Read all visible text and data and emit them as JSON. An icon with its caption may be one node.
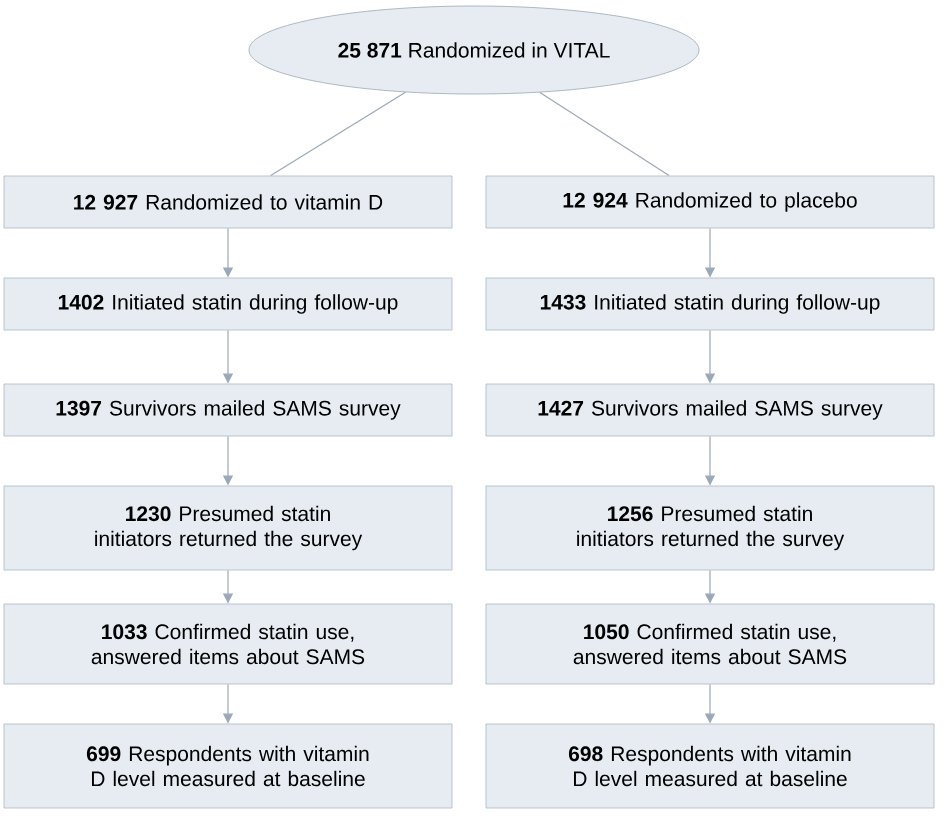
{
  "diagram": {
    "nodes": [
      {
        "text": [
          "**25 871** Randomized in VITAL"
        ]
      },
      {
        "text": [
          "**12 927** Randomized to vitamin D"
        ]
      },
      {
        "text": [
          "**12 924** Randomized to placebo"
        ]
      },
      {
        "text": [
          "**1402** Initiated statin during follow-up"
        ]
      },
      {
        "text": [
          "**1433** Initiated statin during follow-up"
        ]
      },
      {
        "text": [
          "**1397** Survivors mailed SAMS survey"
        ]
      },
      {
        "text": [
          "**1427** Survivors mailed SAMS survey"
        ]
      },
      {
        "text": [
          "**1230** Presumed statin initiators returned the survey"
        ]
      },
      {
        "text": [
          "**1256** Presumed statin initiators returned the survey"
        ]
      },
      {
        "text": [
          "**1033** Confirmed statin use, answered items about SAMS"
        ]
      },
      {
        "text": [
          "**1050** Confirmed statin use, answered items about SAMS"
        ]
      },
      {
        "text": [
          "**699** Respondents with vitamin D level measured at baseline"
        ]
      },
      {
        "text": [
          "**698** Respondents with vitamin D level measured at baseline"
        ]
      }
    ],
    "edges": [
      {
        "from": 0,
        "to": 1,
        "arrow": "none"
      },
      {
        "from": 0,
        "to": 2,
        "arrow": "none"
      },
      {
        "from": 1,
        "to": 3,
        "arrow": "to"
      },
      {
        "from": 2,
        "to": 4,
        "arrow": "to"
      },
      {
        "from": 3,
        "to": 5,
        "arrow": "to"
      },
      {
        "from": 4,
        "to": 6,
        "arrow": "to"
      },
      {
        "from": 5,
        "to": 7,
        "arrow": "to"
      },
      {
        "from": 6,
        "to": 8,
        "arrow": "to"
      },
      {
        "from": 7,
        "to": 9,
        "arrow": "to"
      },
      {
        "from": 8,
        "to": 10,
        "arrow": "to"
      },
      {
        "from": 9,
        "to": 11,
        "arrow": "to"
      },
      {
        "from": 10,
        "to": 12,
        "arrow": "to"
      }
    ]
  }
}
